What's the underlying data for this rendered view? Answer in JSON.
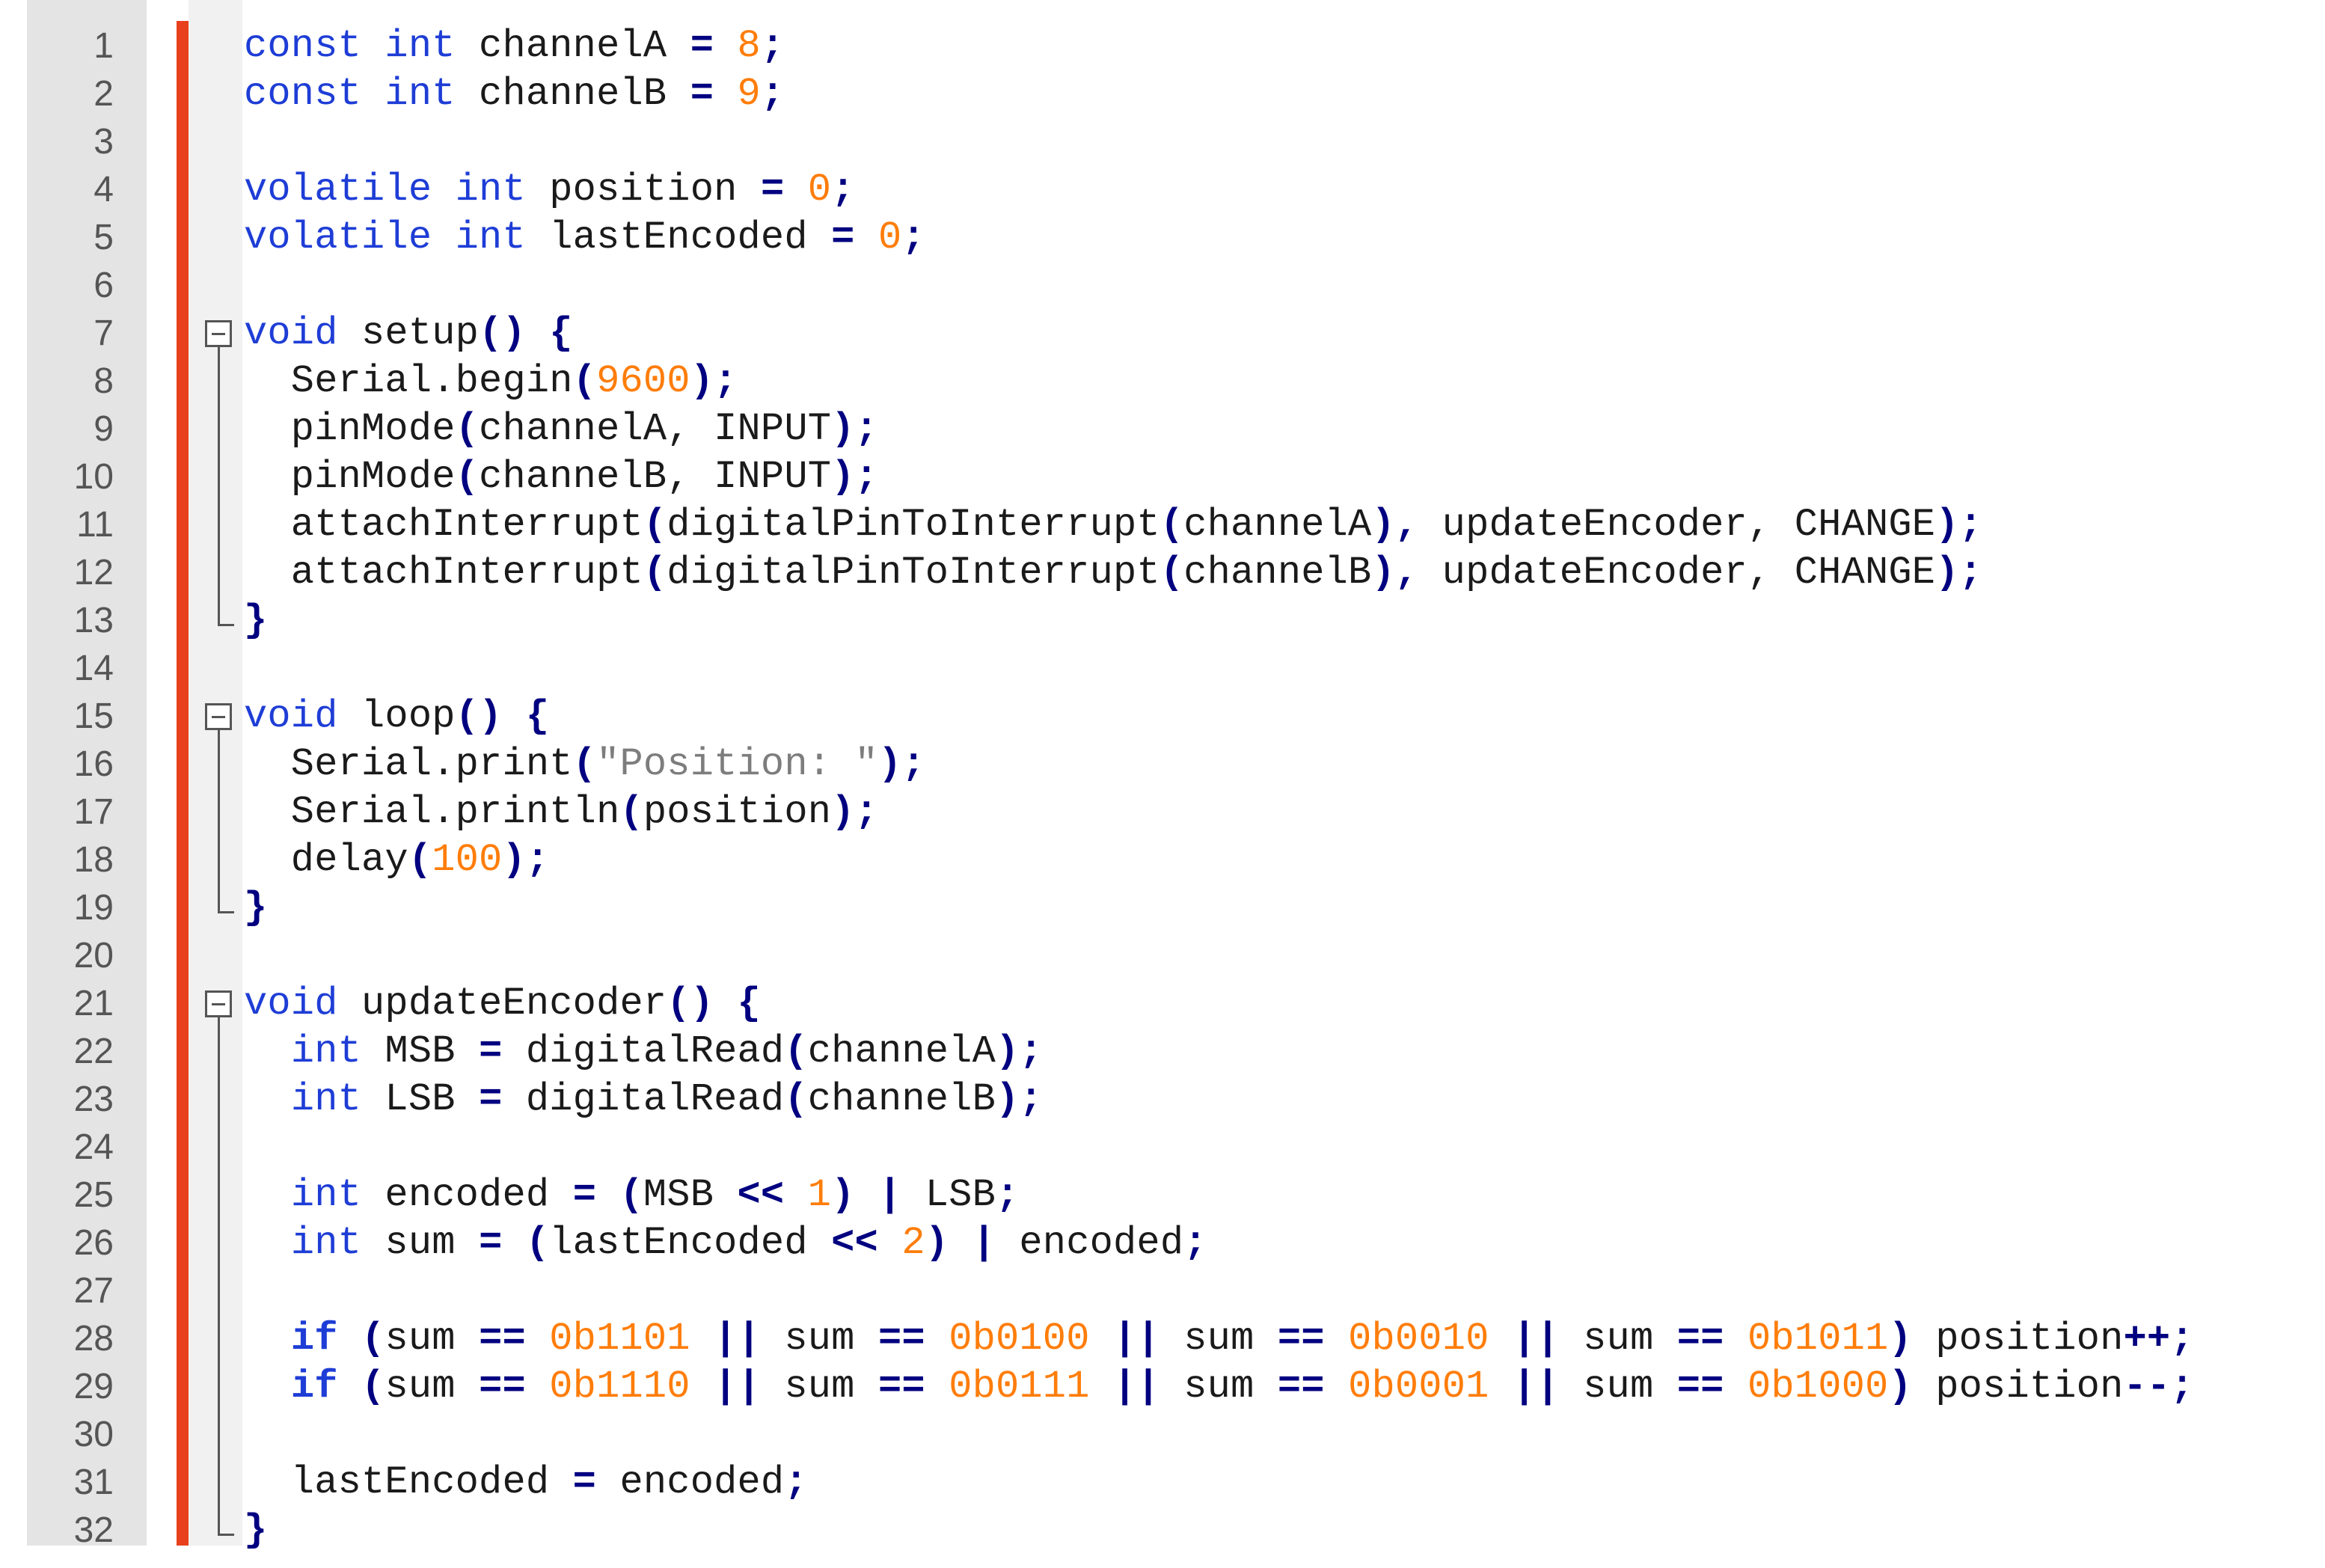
{
  "editor": {
    "line_numbers": [
      "1",
      "2",
      "3",
      "4",
      "5",
      "6",
      "7",
      "8",
      "9",
      "10",
      "11",
      "12",
      "13",
      "14",
      "15",
      "16",
      "17",
      "18",
      "19",
      "20",
      "21",
      "22",
      "23",
      "24",
      "25",
      "26",
      "27",
      "28",
      "29",
      "30",
      "31",
      "32"
    ],
    "lines": [
      [
        {
          "t": "const int",
          "c": "kw"
        },
        {
          "t": " channelA "
        },
        {
          "t": "=",
          "c": "op"
        },
        {
          "t": " "
        },
        {
          "t": "8",
          "c": "num"
        },
        {
          "t": ";",
          "c": "op"
        }
      ],
      [
        {
          "t": "const int",
          "c": "kw"
        },
        {
          "t": " channelB "
        },
        {
          "t": "=",
          "c": "op"
        },
        {
          "t": " "
        },
        {
          "t": "9",
          "c": "num"
        },
        {
          "t": ";",
          "c": "op"
        }
      ],
      [],
      [
        {
          "t": "volatile int",
          "c": "kw"
        },
        {
          "t": " position "
        },
        {
          "t": "=",
          "c": "op"
        },
        {
          "t": " "
        },
        {
          "t": "0",
          "c": "num"
        },
        {
          "t": ";",
          "c": "op"
        }
      ],
      [
        {
          "t": "volatile int",
          "c": "kw"
        },
        {
          "t": " lastEncoded "
        },
        {
          "t": "=",
          "c": "op"
        },
        {
          "t": " "
        },
        {
          "t": "0",
          "c": "num"
        },
        {
          "t": ";",
          "c": "op"
        }
      ],
      [],
      [
        {
          "t": "void",
          "c": "kw"
        },
        {
          "t": " setup"
        },
        {
          "t": "()",
          "c": "op"
        },
        {
          "t": " "
        },
        {
          "t": "{",
          "c": "op"
        }
      ],
      [
        {
          "t": "  Serial.begin"
        },
        {
          "t": "(",
          "c": "op"
        },
        {
          "t": "9600",
          "c": "num"
        },
        {
          "t": ");",
          "c": "op"
        }
      ],
      [
        {
          "t": "  pinMode"
        },
        {
          "t": "(",
          "c": "op"
        },
        {
          "t": "channelA, INPUT"
        },
        {
          "t": ");",
          "c": "op"
        }
      ],
      [
        {
          "t": "  pinMode"
        },
        {
          "t": "(",
          "c": "op"
        },
        {
          "t": "channelB, INPUT"
        },
        {
          "t": ");",
          "c": "op"
        }
      ],
      [
        {
          "t": "  attachInterrupt"
        },
        {
          "t": "(",
          "c": "op"
        },
        {
          "t": "digitalPinToInterrupt"
        },
        {
          "t": "(",
          "c": "op"
        },
        {
          "t": "channelA"
        },
        {
          "t": "),",
          "c": "op"
        },
        {
          "t": " updateEncoder, CHANGE"
        },
        {
          "t": ");",
          "c": "op"
        }
      ],
      [
        {
          "t": "  attachInterrupt"
        },
        {
          "t": "(",
          "c": "op"
        },
        {
          "t": "digitalPinToInterrupt"
        },
        {
          "t": "(",
          "c": "op"
        },
        {
          "t": "channelB"
        },
        {
          "t": "),",
          "c": "op"
        },
        {
          "t": " updateEncoder, CHANGE"
        },
        {
          "t": ");",
          "c": "op"
        }
      ],
      [
        {
          "t": "}",
          "c": "op"
        }
      ],
      [],
      [
        {
          "t": "void",
          "c": "kw"
        },
        {
          "t": " loop"
        },
        {
          "t": "()",
          "c": "op"
        },
        {
          "t": " "
        },
        {
          "t": "{",
          "c": "op"
        }
      ],
      [
        {
          "t": "  Serial.print"
        },
        {
          "t": "(",
          "c": "op"
        },
        {
          "t": "\"Position: \"",
          "c": "str"
        },
        {
          "t": ");",
          "c": "op"
        }
      ],
      [
        {
          "t": "  Serial.println"
        },
        {
          "t": "(",
          "c": "op"
        },
        {
          "t": "position"
        },
        {
          "t": ");",
          "c": "op"
        }
      ],
      [
        {
          "t": "  delay"
        },
        {
          "t": "(",
          "c": "op"
        },
        {
          "t": "100",
          "c": "num"
        },
        {
          "t": ");",
          "c": "op"
        }
      ],
      [
        {
          "t": "}",
          "c": "op"
        }
      ],
      [],
      [
        {
          "t": "void",
          "c": "kw"
        },
        {
          "t": " updateEncoder"
        },
        {
          "t": "()",
          "c": "op"
        },
        {
          "t": " "
        },
        {
          "t": "{",
          "c": "op"
        }
      ],
      [
        {
          "t": "  "
        },
        {
          "t": "int",
          "c": "kw"
        },
        {
          "t": " MSB "
        },
        {
          "t": "=",
          "c": "op"
        },
        {
          "t": " digitalRead"
        },
        {
          "t": "(",
          "c": "op"
        },
        {
          "t": "channelA"
        },
        {
          "t": ");",
          "c": "op"
        }
      ],
      [
        {
          "t": "  "
        },
        {
          "t": "int",
          "c": "kw"
        },
        {
          "t": " LSB "
        },
        {
          "t": "=",
          "c": "op"
        },
        {
          "t": " digitalRead"
        },
        {
          "t": "(",
          "c": "op"
        },
        {
          "t": "channelB"
        },
        {
          "t": ");",
          "c": "op"
        }
      ],
      [],
      [
        {
          "t": "  "
        },
        {
          "t": "int",
          "c": "kw"
        },
        {
          "t": " encoded "
        },
        {
          "t": "=",
          "c": "op"
        },
        {
          "t": " "
        },
        {
          "t": "(",
          "c": "op"
        },
        {
          "t": "MSB "
        },
        {
          "t": "<<",
          "c": "op"
        },
        {
          "t": " "
        },
        {
          "t": "1",
          "c": "num"
        },
        {
          "t": ")",
          "c": "op"
        },
        {
          "t": " "
        },
        {
          "t": "|",
          "c": "op"
        },
        {
          "t": " LSB"
        },
        {
          "t": ";",
          "c": "op"
        }
      ],
      [
        {
          "t": "  "
        },
        {
          "t": "int",
          "c": "kw"
        },
        {
          "t": " sum "
        },
        {
          "t": "=",
          "c": "op"
        },
        {
          "t": " "
        },
        {
          "t": "(",
          "c": "op"
        },
        {
          "t": "lastEncoded "
        },
        {
          "t": "<<",
          "c": "op"
        },
        {
          "t": " "
        },
        {
          "t": "2",
          "c": "num"
        },
        {
          "t": ")",
          "c": "op"
        },
        {
          "t": " "
        },
        {
          "t": "|",
          "c": "op"
        },
        {
          "t": " encoded"
        },
        {
          "t": ";",
          "c": "op"
        }
      ],
      [],
      [
        {
          "t": "  "
        },
        {
          "t": "if",
          "c": "kwb"
        },
        {
          "t": " "
        },
        {
          "t": "(",
          "c": "op"
        },
        {
          "t": "sum "
        },
        {
          "t": "==",
          "c": "op"
        },
        {
          "t": " "
        },
        {
          "t": "0b1101",
          "c": "num"
        },
        {
          "t": " "
        },
        {
          "t": "||",
          "c": "op"
        },
        {
          "t": " sum "
        },
        {
          "t": "==",
          "c": "op"
        },
        {
          "t": " "
        },
        {
          "t": "0b0100",
          "c": "num"
        },
        {
          "t": " "
        },
        {
          "t": "||",
          "c": "op"
        },
        {
          "t": " sum "
        },
        {
          "t": "==",
          "c": "op"
        },
        {
          "t": " "
        },
        {
          "t": "0b0010",
          "c": "num"
        },
        {
          "t": " "
        },
        {
          "t": "||",
          "c": "op"
        },
        {
          "t": " sum "
        },
        {
          "t": "==",
          "c": "op"
        },
        {
          "t": " "
        },
        {
          "t": "0b1011",
          "c": "num"
        },
        {
          "t": ")",
          "c": "op"
        },
        {
          "t": " position"
        },
        {
          "t": "++;",
          "c": "op"
        }
      ],
      [
        {
          "t": "  "
        },
        {
          "t": "if",
          "c": "kwb"
        },
        {
          "t": " "
        },
        {
          "t": "(",
          "c": "op"
        },
        {
          "t": "sum "
        },
        {
          "t": "==",
          "c": "op"
        },
        {
          "t": " "
        },
        {
          "t": "0b1110",
          "c": "num"
        },
        {
          "t": " "
        },
        {
          "t": "||",
          "c": "op"
        },
        {
          "t": " sum "
        },
        {
          "t": "==",
          "c": "op"
        },
        {
          "t": " "
        },
        {
          "t": "0b0111",
          "c": "num"
        },
        {
          "t": " "
        },
        {
          "t": "||",
          "c": "op"
        },
        {
          "t": " sum "
        },
        {
          "t": "==",
          "c": "op"
        },
        {
          "t": " "
        },
        {
          "t": "0b0001",
          "c": "num"
        },
        {
          "t": " "
        },
        {
          "t": "||",
          "c": "op"
        },
        {
          "t": " sum "
        },
        {
          "t": "==",
          "c": "op"
        },
        {
          "t": " "
        },
        {
          "t": "0b1000",
          "c": "num"
        },
        {
          "t": ")",
          "c": "op"
        },
        {
          "t": " position"
        },
        {
          "t": "--;",
          "c": "op"
        }
      ],
      [],
      [
        {
          "t": "  lastEncoded "
        },
        {
          "t": "=",
          "c": "op"
        },
        {
          "t": " encoded"
        },
        {
          "t": ";",
          "c": "op"
        }
      ],
      [
        {
          "t": "}",
          "c": "op"
        }
      ]
    ],
    "folds": [
      {
        "start": 7,
        "end": 13
      },
      {
        "start": 15,
        "end": 19
      },
      {
        "start": 21,
        "end": 32
      }
    ],
    "colors": {
      "keyword": "#1e3dd6",
      "number": "#ff7d0a",
      "string": "#7d7d7d",
      "operator": "#000080",
      "change_bar": "#e8401c",
      "gutter": "#e4e4e4"
    }
  }
}
